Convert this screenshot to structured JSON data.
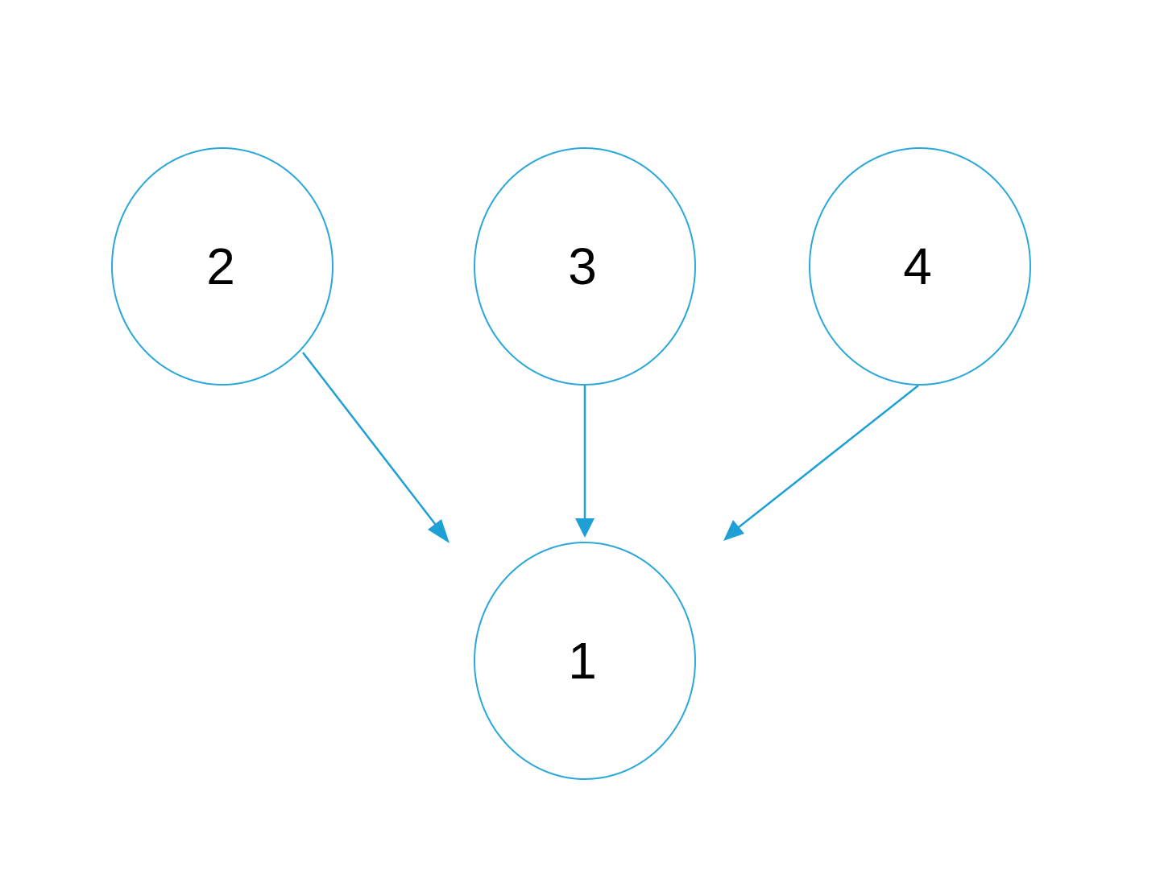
{
  "colors": {
    "node_stroke": "#2aa7d9",
    "edge": "#1e9fd6",
    "background": "#ffffff",
    "text": "#000000"
  },
  "nodes": [
    {
      "id": "n1",
      "label": "1"
    },
    {
      "id": "n2",
      "label": "2"
    },
    {
      "id": "n3",
      "label": "3"
    },
    {
      "id": "n4",
      "label": "4"
    }
  ],
  "edges": [
    {
      "from": "n2",
      "to": "n1"
    },
    {
      "from": "n3",
      "to": "n1"
    },
    {
      "from": "n4",
      "to": "n1"
    }
  ]
}
